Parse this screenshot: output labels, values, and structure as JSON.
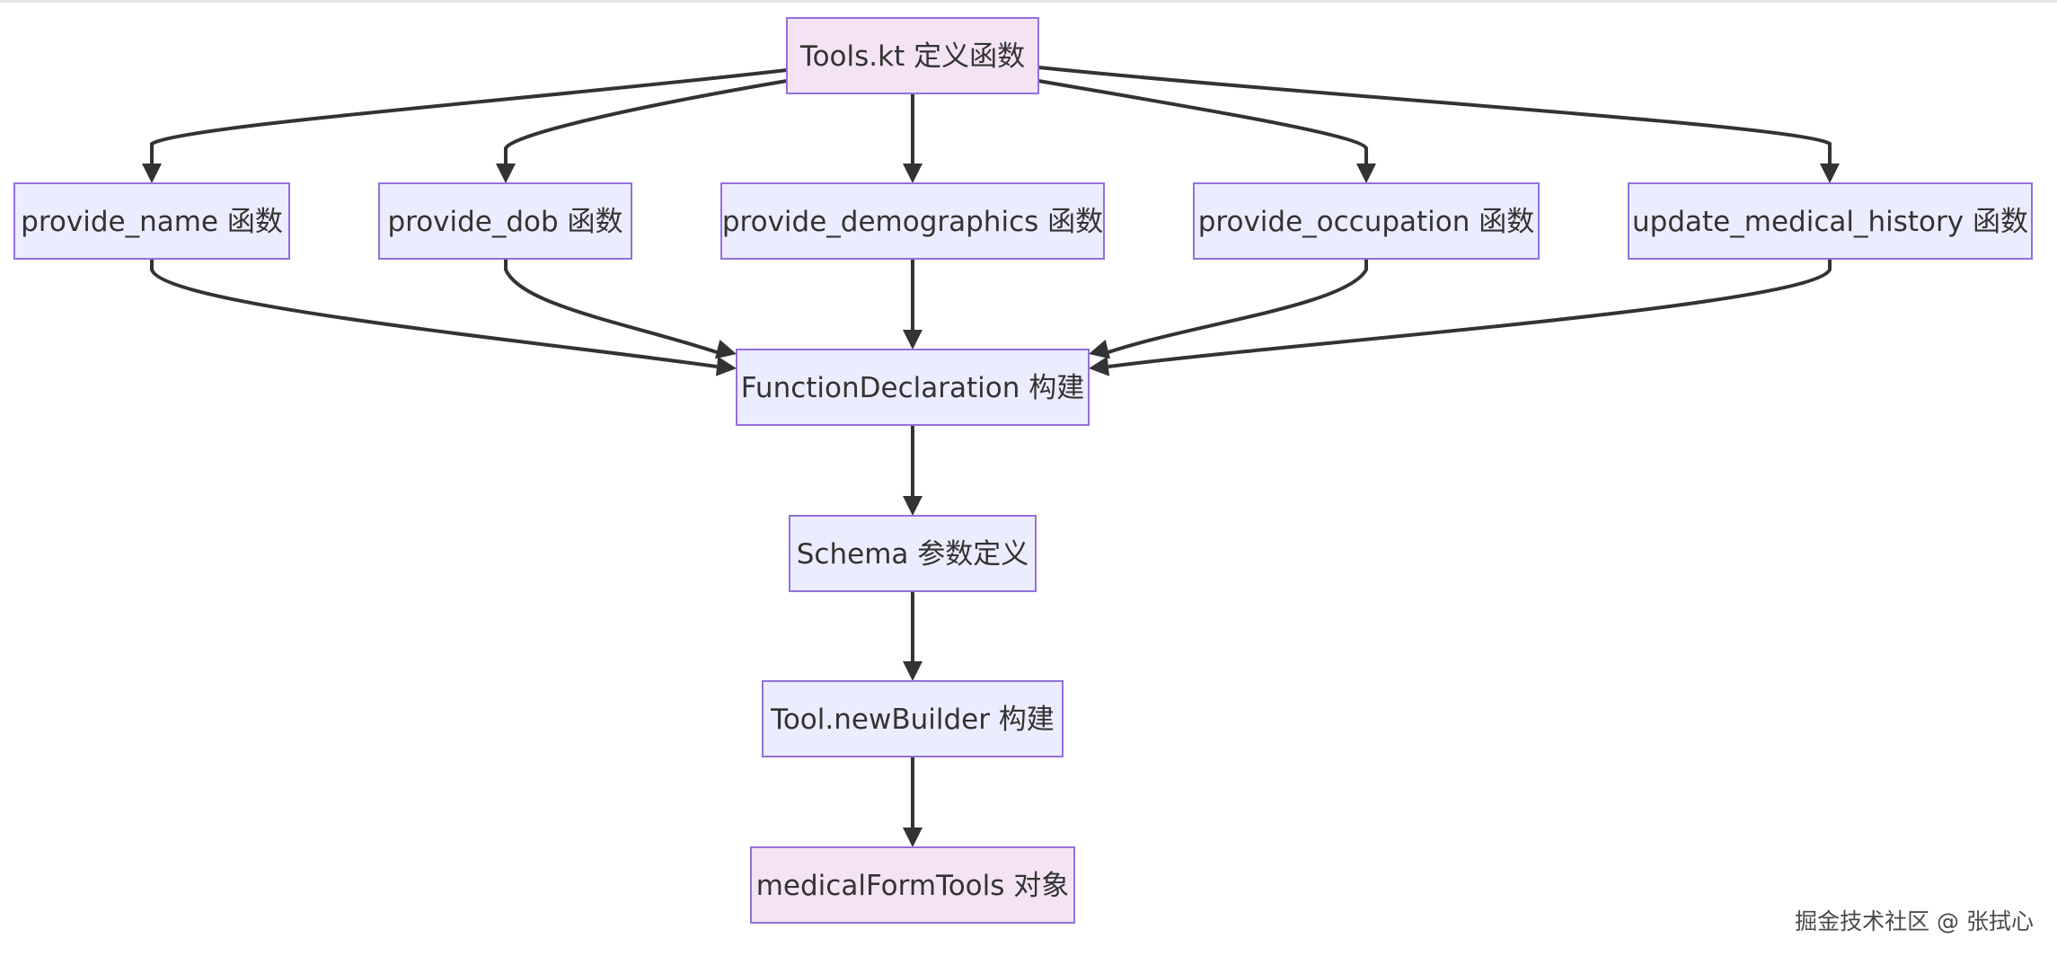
{
  "diagram": {
    "nodes": [
      {
        "id": "tools_kt",
        "label": "Tools.kt 定义函数",
        "fill": "#f3e3f3",
        "name": "node-tools-kt"
      },
      {
        "id": "provide_name",
        "label": "provide_name 函数",
        "fill": "#ececff",
        "name": "node-provide-name"
      },
      {
        "id": "provide_dob",
        "label": "provide_dob 函数",
        "fill": "#ececff",
        "name": "node-provide-dob"
      },
      {
        "id": "provide_demographics",
        "label": "provide_demographics 函数",
        "fill": "#ececff",
        "name": "node-provide-demographics"
      },
      {
        "id": "provide_occupation",
        "label": "provide_occupation 函数",
        "fill": "#ececff",
        "name": "node-provide-occupation"
      },
      {
        "id": "update_medical_history",
        "label": "update_medical_history 函数",
        "fill": "#ececff",
        "name": "node-update-medical-history"
      },
      {
        "id": "function_declaration",
        "label": "FunctionDeclaration 构建",
        "fill": "#ececff",
        "name": "node-function-declaration"
      },
      {
        "id": "schema",
        "label": "Schema 参数定义",
        "fill": "#ececff",
        "name": "node-schema"
      },
      {
        "id": "tool_new_builder",
        "label": "Tool.newBuilder 构建",
        "fill": "#ececff",
        "name": "node-tool-new-builder"
      },
      {
        "id": "medical_form_tools",
        "label": "medicalFormTools 对象",
        "fill": "#f3e3f3",
        "name": "node-medical-form-tools"
      }
    ],
    "edges": [
      {
        "from": "tools_kt",
        "to": "provide_name"
      },
      {
        "from": "tools_kt",
        "to": "provide_dob"
      },
      {
        "from": "tools_kt",
        "to": "provide_demographics"
      },
      {
        "from": "tools_kt",
        "to": "provide_occupation"
      },
      {
        "from": "tools_kt",
        "to": "update_medical_history"
      },
      {
        "from": "provide_name",
        "to": "function_declaration"
      },
      {
        "from": "provide_dob",
        "to": "function_declaration"
      },
      {
        "from": "provide_demographics",
        "to": "function_declaration"
      },
      {
        "from": "provide_occupation",
        "to": "function_declaration"
      },
      {
        "from": "update_medical_history",
        "to": "function_declaration"
      },
      {
        "from": "function_declaration",
        "to": "schema"
      },
      {
        "from": "schema",
        "to": "tool_new_builder"
      },
      {
        "from": "tool_new_builder",
        "to": "medical_form_tools"
      }
    ],
    "colors": {
      "node_stroke": "#9370db",
      "edge": "#333333",
      "text": "#333333"
    }
  },
  "watermark": "掘金技术社区 @ 张拭心"
}
